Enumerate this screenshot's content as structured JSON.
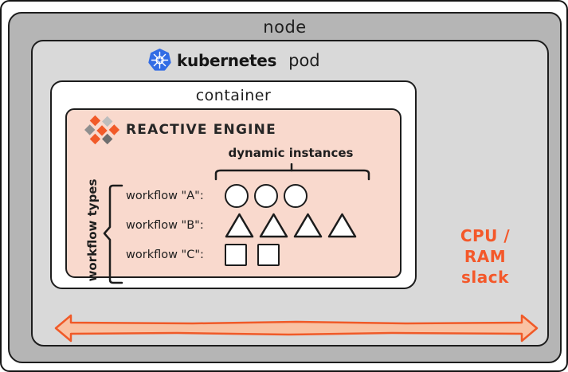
{
  "node": {
    "label": "node"
  },
  "pod": {
    "label": "pod",
    "brand": "kubernetes",
    "logo_icon": "kubernetes-helm-icon"
  },
  "container": {
    "label": "container"
  },
  "engine": {
    "title": "REACTIVE ENGINE",
    "logo_icon": "reactive-engine-diamonds-icon",
    "instances_label": "dynamic instances",
    "types_label": "workflow types",
    "rows": [
      {
        "label": "workflow \"A\":",
        "shape": "circle",
        "count": 3
      },
      {
        "label": "workflow \"B\":",
        "shape": "triangle",
        "count": 4
      },
      {
        "label": "workflow \"C\":",
        "shape": "square",
        "count": 2
      }
    ]
  },
  "slack": {
    "line1": "CPU /",
    "line2": "RAM",
    "line3": "slack",
    "arrow": "double-headed-horizontal"
  },
  "colors": {
    "node_fill": "#b5b5b5",
    "pod_fill": "#d9d9d9",
    "container_fill": "#ffffff",
    "engine_fill": "#f9d9cd",
    "outline": "#1d1d1d",
    "accent_orange": "#f4582a",
    "arrow_fill": "#f9c2a3",
    "arrow_stroke": "#f05a28",
    "kubernetes_blue": "#326ce5",
    "logo_orange": "#f15a29",
    "logo_light_gray": "#bdbdbd",
    "logo_mid_gray": "#8f8f8f",
    "logo_dark_gray": "#6e6e6e"
  }
}
